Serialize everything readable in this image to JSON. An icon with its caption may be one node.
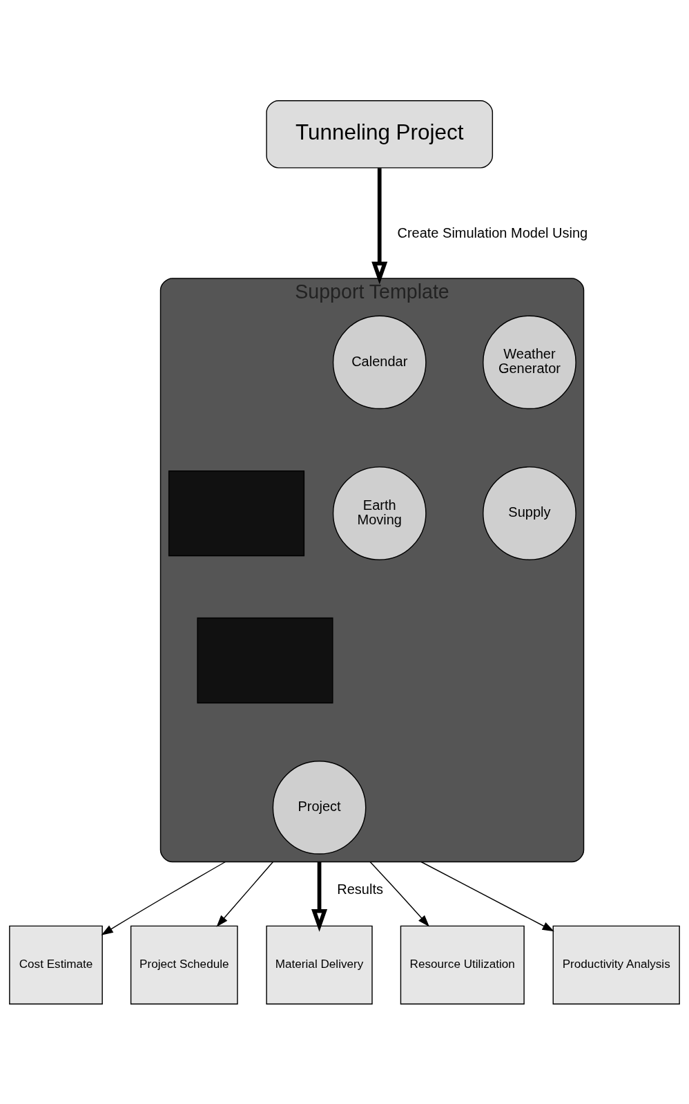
{
  "diagram": {
    "nodes": [
      {
        "text": [
          "Tunneling Project"
        ]
      },
      {
        "text": [
          "Support Template"
        ]
      },
      {
        "text": [
          "Calendar"
        ],
        "in": 1
      },
      {
        "text": [
          "Weather Generator"
        ],
        "in": 1
      },
      {
        "text": [],
        "shape": "box",
        "in": 1
      },
      {
        "text": [],
        "shape": "box",
        "in": 1
      },
      {
        "text": [
          "Earth Moving"
        ],
        "in": 1
      },
      {
        "text": [
          "Supply"
        ],
        "in": 1
      },
      {
        "text": [
          "Project"
        ],
        "in": 1
      },
      {
        "text": [
          "Cost Estimate"
        ]
      },
      {
        "text": [
          "Project Schedule"
        ]
      },
      {
        "text": [
          "Material Delivery"
        ]
      },
      {
        "text": [
          "Resource Utilization"
        ]
      },
      {
        "text": [
          "Productivity Analysis"
        ]
      }
    ],
    "edges": [
      {
        "from": 0,
        "to": 1,
        "arrow": "to",
        "label": "Create Simulation Model Using",
        "style": "thick"
      },
      {
        "from": 1,
        "to": 9,
        "arrow": "to"
      },
      {
        "from": 1,
        "to": 10,
        "arrow": "to"
      },
      {
        "from": 1,
        "to": 11,
        "arrow": "to",
        "label": "Results",
        "style": "thick"
      },
      {
        "from": 1,
        "to": 12,
        "arrow": "to"
      },
      {
        "from": 1,
        "to": 13,
        "arrow": "to"
      }
    ]
  }
}
